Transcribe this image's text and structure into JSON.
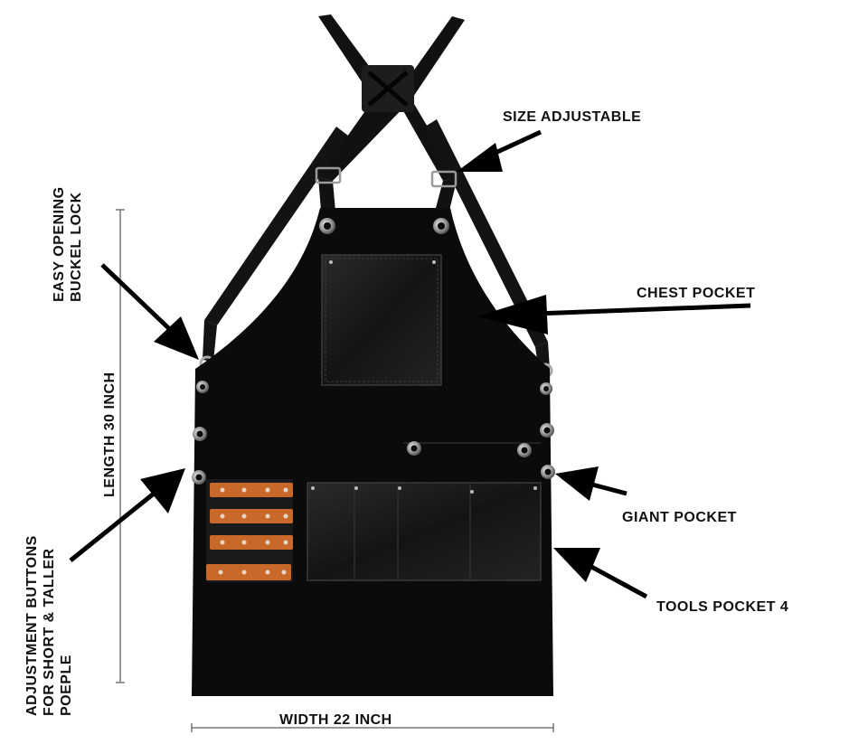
{
  "labels": {
    "size_adjustable": "SIZE ADJUSTABLE",
    "chest_pocket": "CHEST POCKET",
    "giant_pocket": "GIANT POCKET",
    "tools_pocket": "TOOLS POCKET 4",
    "width": "WIDTH 22 INCH",
    "length": "LENGTH 30 INCH",
    "easy_opening_line1": "EASY OPENING",
    "easy_opening_line2": "BUCKEL LOCK",
    "adjustment_line1": "ADJUSTMENT BUTTONS",
    "adjustment_line2": "FOR SHORT & TALLER",
    "adjustment_line3": "POEPLE"
  },
  "colors": {
    "apron": "#0b0b0b",
    "leather": "#1a1a1a",
    "accent_leather": "#c8692b",
    "metal": "#b8b8b8"
  }
}
